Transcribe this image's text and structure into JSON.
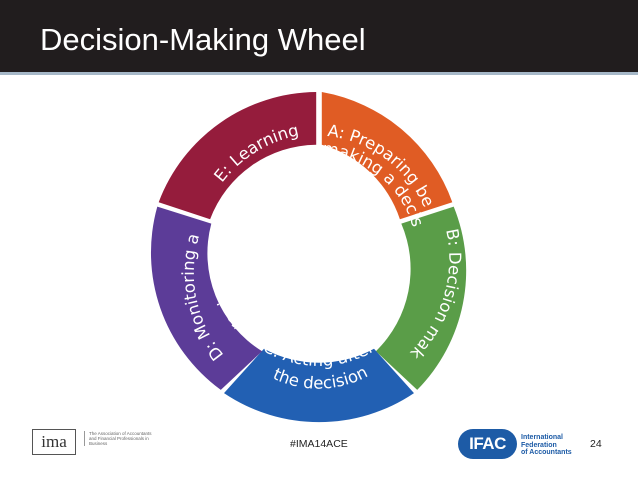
{
  "slide": {
    "title": "Decision-Making Wheel",
    "hashtag": "#IMA14ACE",
    "page_number": "24"
  },
  "wheel": {
    "segments": [
      {
        "id": "a",
        "label_lines": [
          "A: Preparing before",
          "making a decision"
        ],
        "color": "#e05c24"
      },
      {
        "id": "b",
        "label_lines": [
          "B: Decision making"
        ],
        "color": "#5a9d48"
      },
      {
        "id": "c",
        "label_lines": [
          "C:  Acting after",
          "the decision"
        ],
        "color": "#2260b3"
      },
      {
        "id": "d",
        "label_lines": [
          "D: Monitoring and",
          "reviewing"
        ],
        "color": "#5c3c98"
      },
      {
        "id": "e",
        "label_lines": [
          "E: Learning"
        ],
        "color": "#951c3c"
      }
    ]
  },
  "footer": {
    "ima_logo_text": "ima",
    "ima_description": "The Association of Accountants and Financial Professionals in Business",
    "ifac_logo_text": "IFAC",
    "ifac_description_lines": [
      "International",
      "Federation",
      "of Accountants"
    ]
  },
  "colors": {
    "title_bar": "#211d1e",
    "accent_line": "#a6b8c8",
    "ifac_blue": "#1d5ba6"
  }
}
